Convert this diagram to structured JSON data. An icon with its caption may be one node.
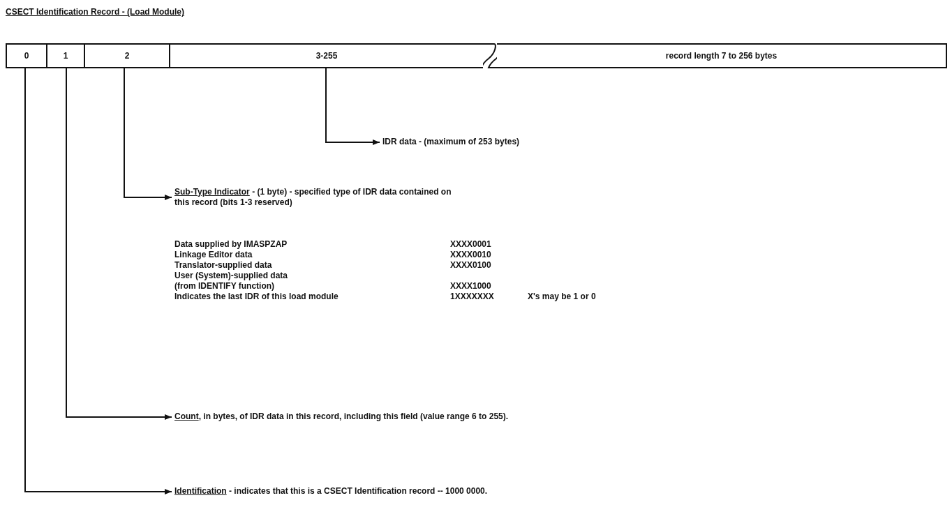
{
  "diagram": {
    "title": "CSECT Identification Record - (Load Module)",
    "nodes": [
      {
        "text": [
          "0"
        ]
      },
      {
        "text": [
          "1"
        ]
      },
      {
        "text": [
          "2"
        ]
      },
      {
        "text": [
          "3-255"
        ]
      },
      {
        "text": [
          "record length 7 to 256 bytes"
        ]
      },
      {
        "text": [
          "IDR data - (maximum of 253 bytes)"
        ]
      },
      {
        "text": [
          "Sub-Type Indicator",
          "- (1 byte) - specified type of IDR data contained on this record (bits 1-3 reserved)"
        ]
      },
      {
        "text": [
          "Count",
          ", in bytes, of IDR data in this record, including this field (value range 6 to 255)."
        ]
      },
      {
        "text": [
          "Identification",
          "- indicates that this is a CSECT Identification record -- 1000 0000."
        ]
      }
    ],
    "edges": [
      {
        "from": 3,
        "to": 5,
        "arrow": "to"
      },
      {
        "from": 2,
        "to": 6,
        "arrow": "to"
      },
      {
        "from": 1,
        "to": 7,
        "arrow": "to"
      },
      {
        "from": 0,
        "to": 8,
        "arrow": "to"
      }
    ],
    "labels": [
      "Data supplied by IMASPZAP",
      "XXXX0001",
      "Linkage Editor data",
      "XXXX0010",
      "Translator-supplied data",
      "XXXX0100",
      "User (System)-supplied data (from IDENTIFY function)",
      "XXXX1000",
      "Indicates the last IDR of this load module",
      "1XXXXXXX",
      "X's may be 1 or 0"
    ]
  }
}
